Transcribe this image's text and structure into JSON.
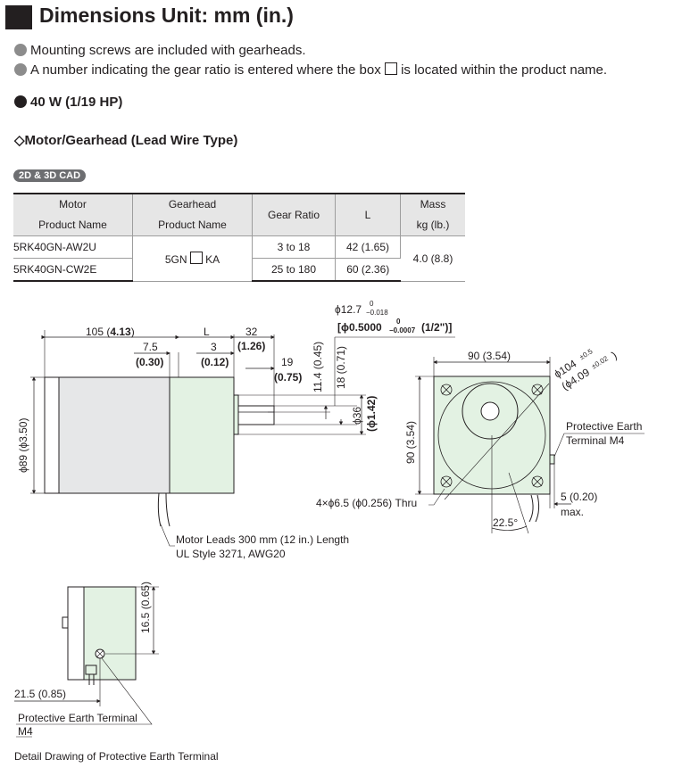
{
  "header": {
    "title": "Dimensions  Unit: mm (in.)"
  },
  "notes": [
    "Mounting screws are included with gearheads.",
    "A number indicating the gear ratio is entered where the box",
    "is located within the product name."
  ],
  "power_rating": "40 W (1/19 HP)",
  "product_type": "Motor/Gearhead (Lead Wire Type)",
  "cad_badge": "2D & 3D CAD",
  "table": {
    "headers": {
      "motor_line1": "Motor",
      "motor_line2": "Product  Name",
      "gear_line1": "Gearhead",
      "gear_line2": "Product  Name",
      "ratio": "Gear Ratio",
      "l": "L",
      "mass_line1": "Mass",
      "mass_line2": "kg (lb.)"
    },
    "rows": [
      {
        "motor": "5RK40GN-AW2U",
        "ratio": "3 to 18",
        "l": "42 (1.65)"
      },
      {
        "motor": "5RK40GN-CW2E",
        "ratio": "25 to 180",
        "l": "60 (2.36)"
      }
    ],
    "gearhead_pre": "5GN ",
    "gearhead_post": " KA",
    "mass": "4.0 (8.8)"
  },
  "side_view": {
    "dim_105_num": "105 (",
    "dim_105_bold": "4.13",
    "dim_105_end": ")",
    "dim_l": "L",
    "dim_32": "32",
    "dim_32_sub": "(1.26)",
    "dim_7_5": "7.5",
    "dim_7_5_sub": "(0.30)",
    "dim_3": "3",
    "dim_3_sub": "(0.12)",
    "dim_19": "19",
    "dim_19_sub": "(0.75)",
    "dim_11_4": "11.4 (0.45)",
    "dim_18": "18 (0.71)",
    "dim_36": "ϕ36",
    "dim_36_sub": "(ϕ1.42)",
    "dim_89": "ϕ89 (ϕ3.50)",
    "shaft_tol_top": "ϕ12.7",
    "shaft_tol_upper": "0",
    "shaft_tol_lower": "−0.018",
    "shaft_in": "[ϕ0.5000",
    "shaft_in_upper": "0",
    "shaft_in_lower": "−0.0007",
    "shaft_in_end": "(1/2\")]",
    "leads": "Motor Leads 300 mm (12 in.) Length",
    "ul": "UL Style 3271, AWG20"
  },
  "front_view": {
    "dim_90_top": "90 (3.54)",
    "dim_90_side": "90 (3.54)",
    "dim_104": "ϕ104",
    "dim_104_tol": "±0.5",
    "dim_104_in": "(ϕ4.09",
    "dim_104_in_tol": "±0.02",
    "dim_104_end": ")",
    "pe_line1": "Protective Earth",
    "pe_line2": "Terminal M4",
    "holes": "4×ϕ6.5 (ϕ0.256) Thru",
    "dim_5": "5 (0.20)",
    "dim_5_max": "max.",
    "angle": "22.5°"
  },
  "detail_view": {
    "dim_16_5": "16.5 (0.65)",
    "dim_21_5": "21.5 (0.85)",
    "pe_label": "Protective Earth Terminal",
    "pe_m4": "M4"
  },
  "caption": "Detail Drawing of Protective Earth Terminal",
  "colors": {
    "motor_body": "#e6e7e8",
    "gearhead_body": "#e3f2e3",
    "line": "#231f20"
  }
}
